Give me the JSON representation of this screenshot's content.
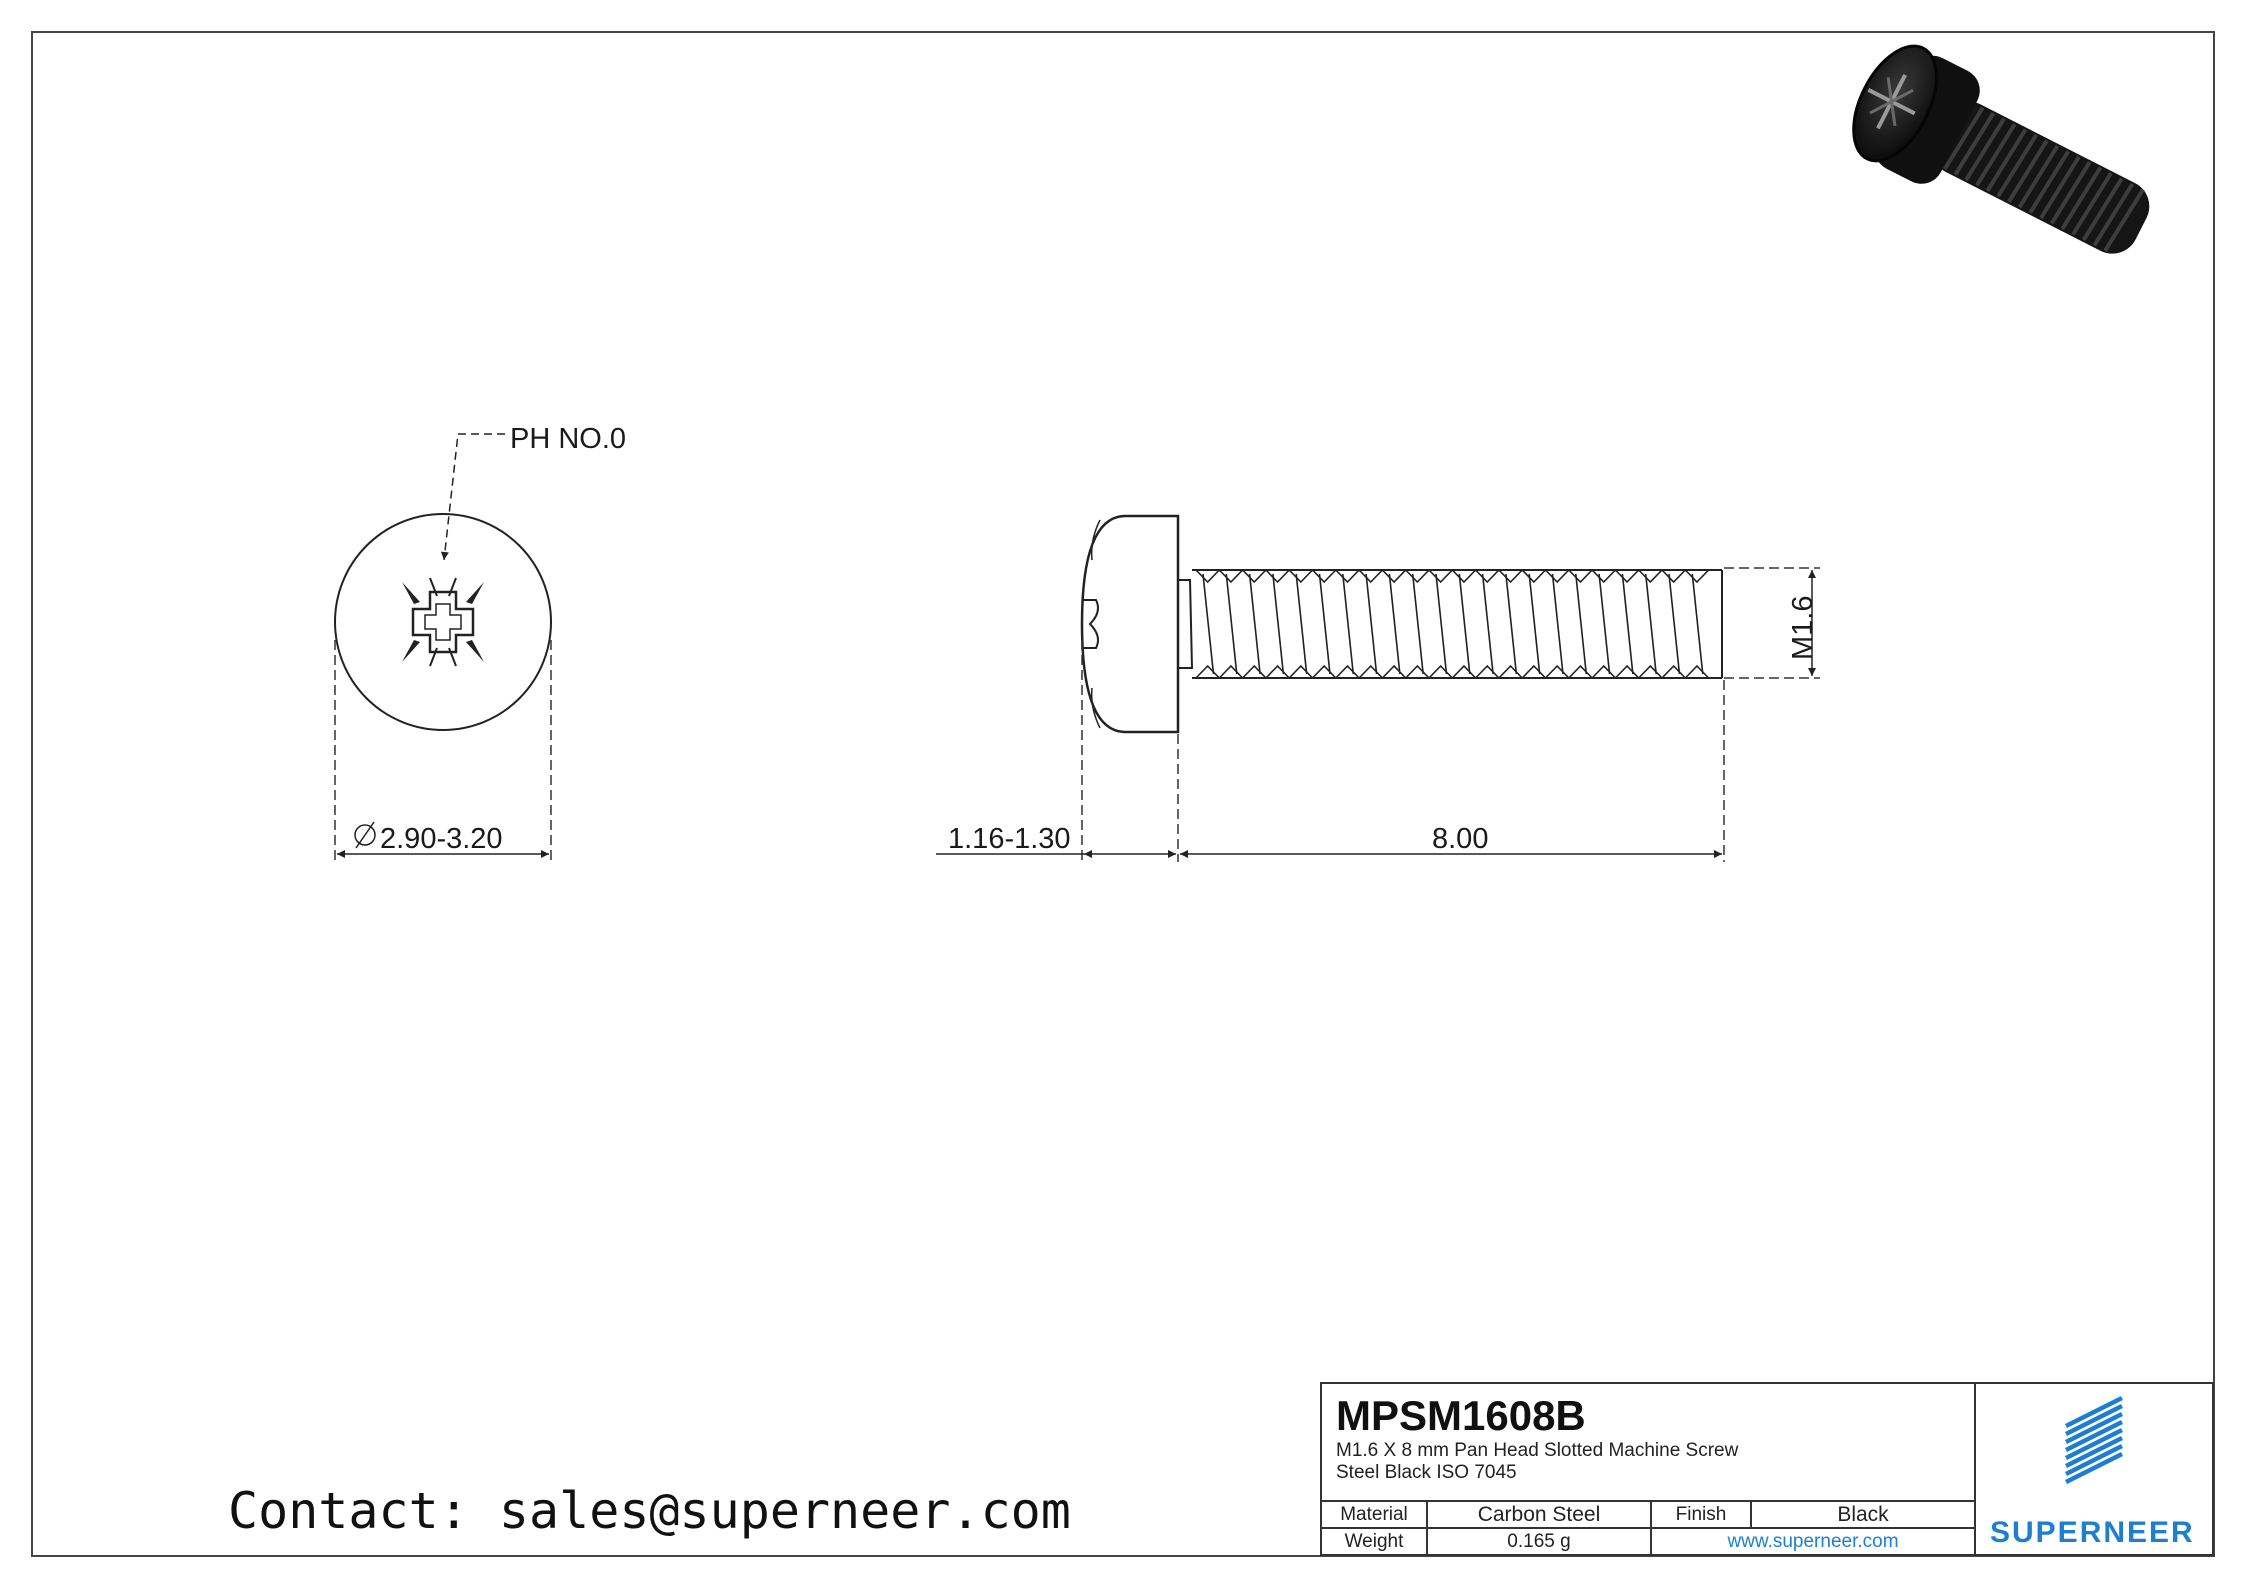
{
  "callout": {
    "drive": "PH NO.0"
  },
  "dimensions": {
    "head_diameter": "2.90-3.20",
    "head_height": "1.16-1.30",
    "length": "8.00",
    "thread": "M1.6"
  },
  "contact": "Contact: sales@superneer.com",
  "title_block": {
    "part_number": "MPSM1608B",
    "description_line1": "M1.6 X 8 mm  Pan Head Slotted Machine Screw",
    "description_line2": "Steel Black ISO 7045",
    "material_label": "Material",
    "material_value": "Carbon Steel",
    "finish_label": "Finish",
    "finish_value": "Black",
    "weight_label": "Weight",
    "weight_value": "0.165 g",
    "website": "www.superneer.com",
    "brand": "SUPERNEER",
    "brand_color": "#1e7fd0"
  }
}
